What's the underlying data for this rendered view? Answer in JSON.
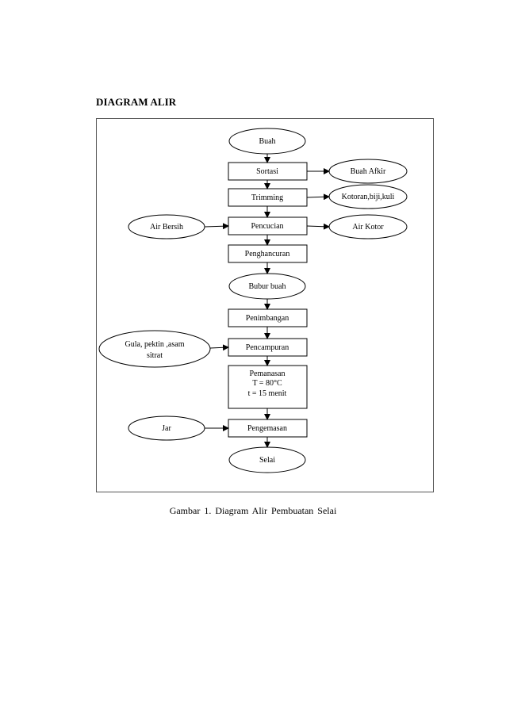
{
  "heading": "DIAGRAM ALIR",
  "caption": "Gambar  1. Diagram  Alir  Pembuatan  Selai",
  "nodes": {
    "buah": "Buah",
    "sortasi": "Sortasi",
    "buah_afkir": "Buah Afkir",
    "trimming": "Trimming",
    "kotoran": "Kotoran,biji,kuli",
    "air_bersih": "Air Bersih",
    "pencucian": "Pencucian",
    "air_kotor": "Air Kotor",
    "penghancuran": "Penghancuran",
    "bubur_buah": "Bubur buah",
    "penimbangan": "Penimbangan",
    "gula_line1": "Gula,  pektin ,asam",
    "gula_line2": "sitrat",
    "pencampuran": "Pencampuran",
    "pemanasan_line1": "Pemanasan",
    "pemanasan_line2": "T = 80°C",
    "pemanasan_line3": "t = 15  menit",
    "jar": "Jar",
    "pengemasan": "Pengemasan",
    "selai": "Selai"
  }
}
